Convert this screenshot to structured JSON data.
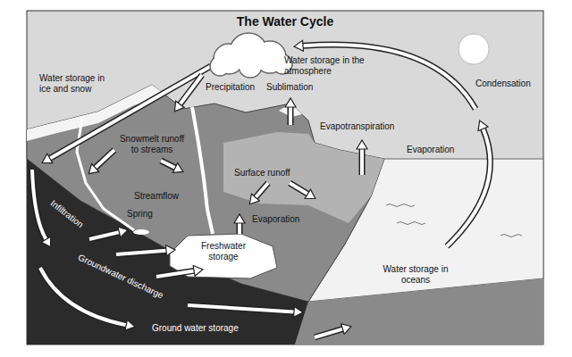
{
  "diagram": {
    "title": "The Water Cycle",
    "labels": [
      "Water storage in ice and snow",
      "Water storage in the atmosphere",
      "Precipitation",
      "Condensation",
      "Sublimation",
      "Snowmelt runoff to streams",
      "Evapotranspiration",
      "Evaporation",
      "Surface runoff",
      "Streamflow",
      "Infiltration",
      "Spring",
      "Evaporation",
      "Freshwater storage",
      "Groundwater discharge",
      "Water storage in oceans",
      "Ground water storage"
    ]
  }
}
